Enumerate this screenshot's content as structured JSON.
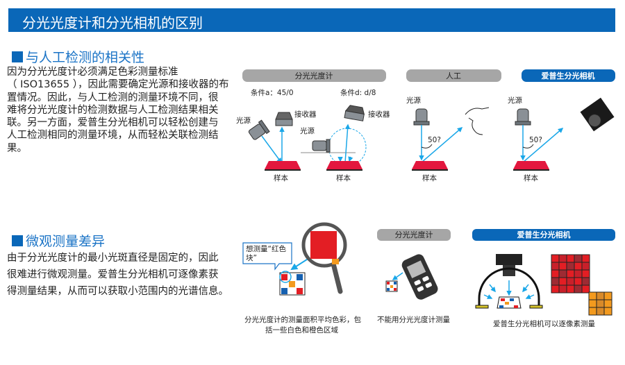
{
  "header": {
    "title": "分光光度计和分光相机的区别"
  },
  "section1": {
    "heading": "与人工检测的相关性",
    "lines": [
      "因为分光光度计必须满足色彩测量标准",
      "（ ISO13655 ），因此需要确定光源和接收器的布",
      "置情况。因此，与人工检测的测量环境不同，很",
      "难将分光光度计的检测数据与人工检测结果相关",
      "联。另一方面，爱普生分光相机可以轻松创建与",
      "人工检测相同的测量环境，从而轻松关联检测结",
      "果。"
    ],
    "diagram": {
      "spectro_label": "分光光度计",
      "human_label": "人工",
      "camera_label": "爱普生分光相机",
      "cond_a": "条件a：45/0",
      "cond_d": "条件d: d/8",
      "light": "光源",
      "receiver": "接收器",
      "sample": "样本",
      "angle": "50?"
    }
  },
  "section2": {
    "heading": "微观测量差异",
    "lines": [
      "由于分光光度计的最小光斑直径是固定的，因此",
      "很难进行微观测量。爱普生分光相机可逐像素获",
      "得测量结果，从而可以获取小范围内的光谱信息。"
    ],
    "diagram": {
      "bubble_line1": "想测量“红色",
      "bubble_line2": "块”",
      "caption1_line1": "分光光度计的测量面积平均色彩，包",
      "caption1_line2": "括一些白色和橙色区域",
      "spectro_label": "分光光度计",
      "caption2": "不能用分光光度计测量",
      "camera_label": "爱普生分光相机",
      "caption3": "爱普生分光相机可以逐像素测量"
    }
  },
  "colors": {
    "brand": "#0a67b8",
    "gray_pill": "#a6a6a6",
    "sample_red": "#e3173e",
    "arrow": "#1aa7e8"
  }
}
